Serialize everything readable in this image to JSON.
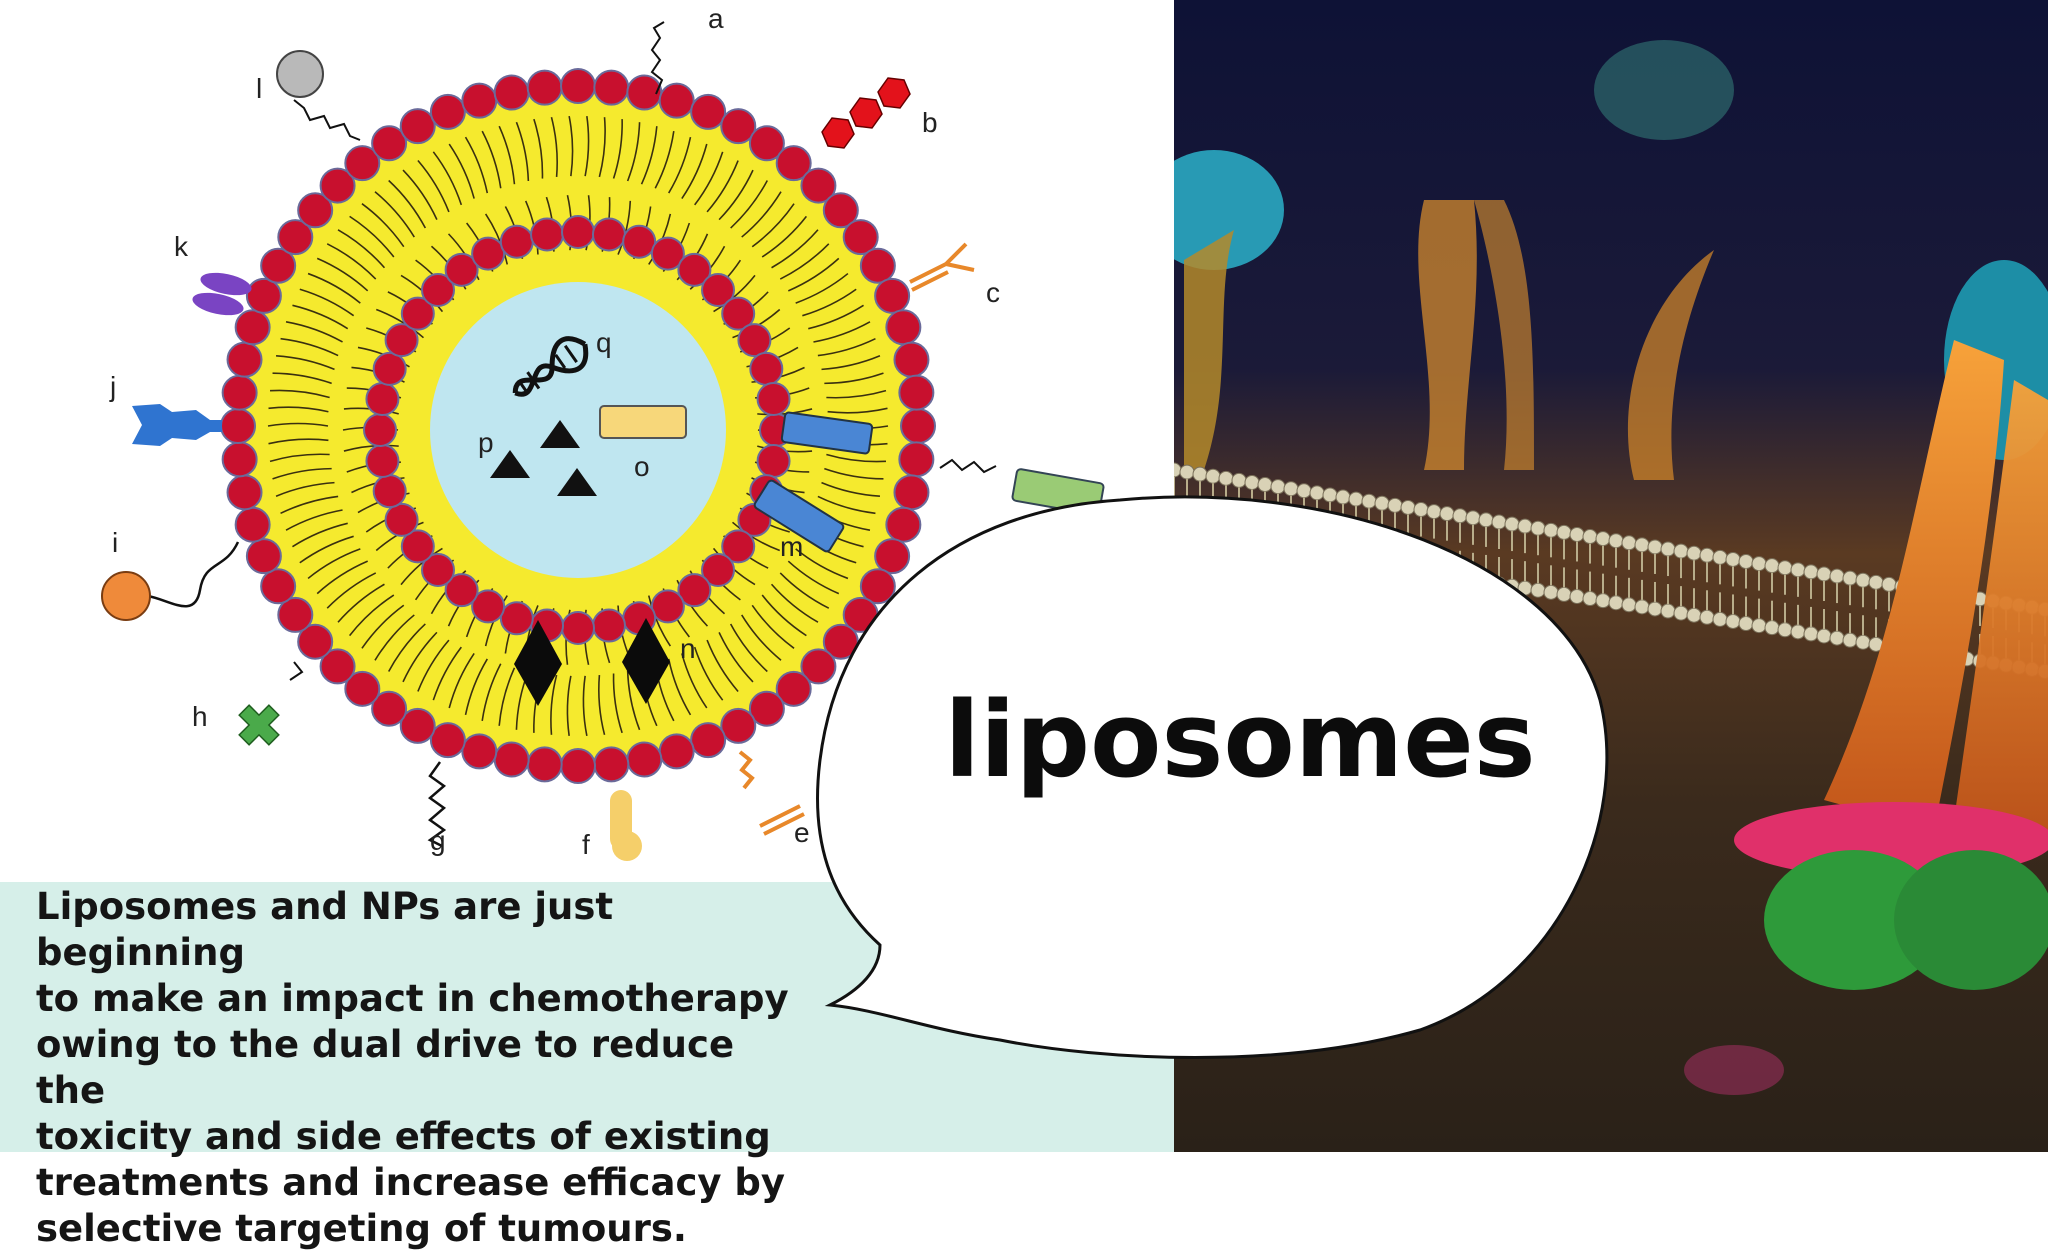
{
  "slide": {
    "title": "liposomes",
    "caption": "Liposomes and NPs are just beginning\nto make an impact in chemotherapy\nowing to the dual drive to reduce the\ntoxicity and side effects of existing\ntreatments and increase efficacy by\nselective targeting of tumours."
  },
  "diagram": {
    "labels": {
      "a": "a",
      "b": "b",
      "c": "c",
      "e": "e",
      "f": "f",
      "g": "g",
      "h": "h",
      "i": "i",
      "j": "j",
      "k": "k",
      "l": "l",
      "m": "m",
      "n": "n",
      "o": "o",
      "p": "p",
      "q": "q"
    }
  },
  "colors": {
    "lipid_head": "#c8102e",
    "bilayer": "#f5ea2e",
    "core": "#bfe6f0",
    "caption_bg": "#d6efe9",
    "photo_bg": "#1a1a36"
  }
}
